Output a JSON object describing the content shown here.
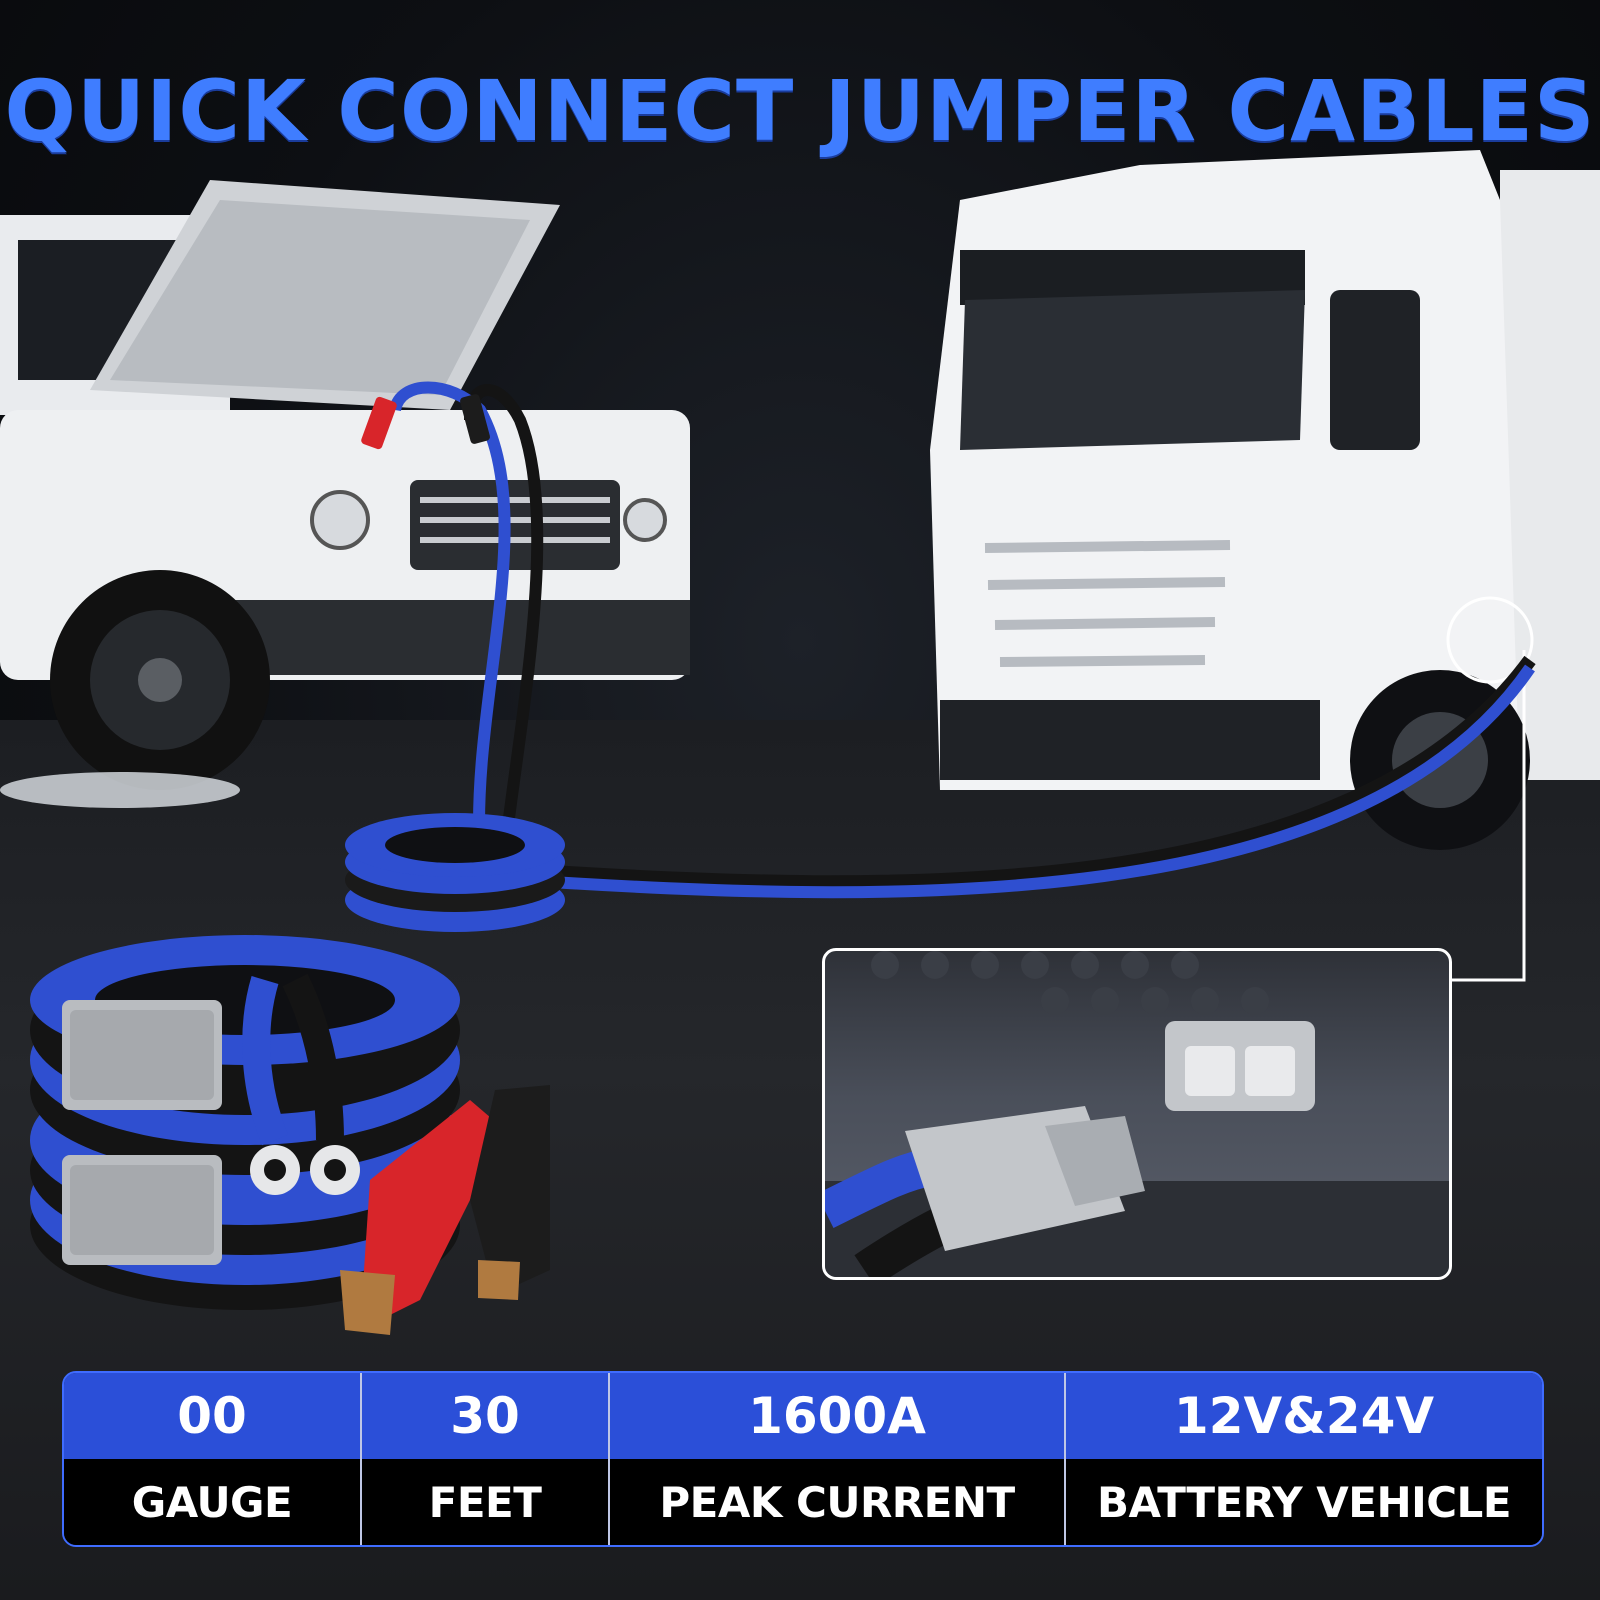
{
  "title": "QUICK CONNECT JUMPER CABLES",
  "colors": {
    "title_blue": "#3f7dff",
    "spec_blue": "#2b4fd8",
    "cable_blue": "#2f4fd0",
    "cable_black": "#141414",
    "clamp_red": "#d8252a"
  },
  "specs": [
    {
      "value": "00",
      "label": "GAUGE"
    },
    {
      "value": "30",
      "label": "FEET"
    },
    {
      "value": "1600A",
      "label": "PEAK CURRENT"
    },
    {
      "value": "12V&24V",
      "label": "BATTERY VEHICLE"
    }
  ],
  "icons": [
    "suv-vehicle-icon",
    "truck-vehicle-icon",
    "cable-coil-icon",
    "connector-plug-icon",
    "red-clamp-icon",
    "black-clamp-icon"
  ]
}
